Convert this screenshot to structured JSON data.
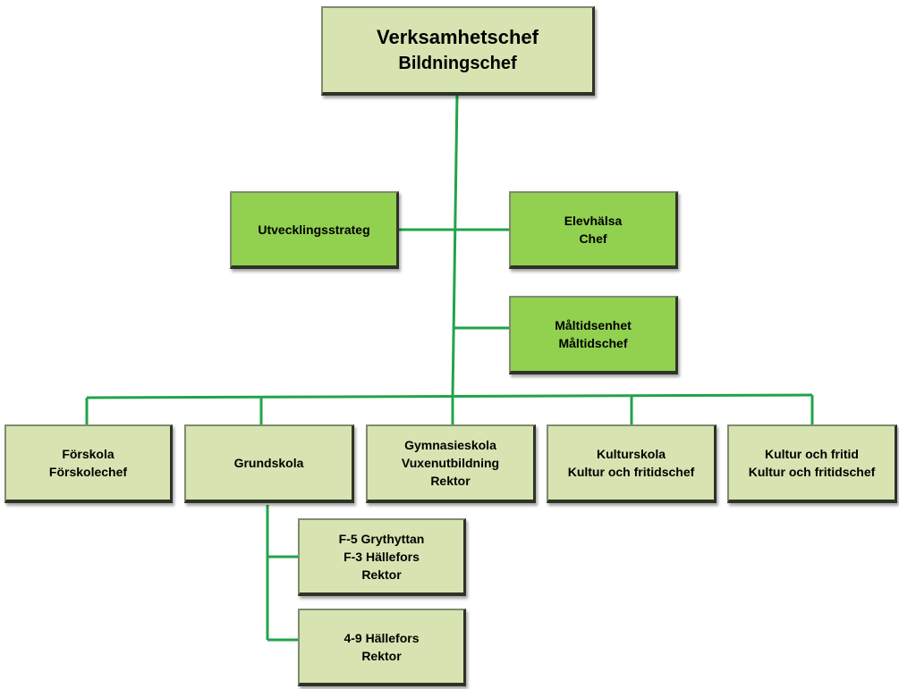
{
  "top": {
    "line1": "Verksamhetschef",
    "line2": "Bildningschef"
  },
  "staff": {
    "utveckling": "Utvecklingsstrateg",
    "elevhalsa_line1": "Elevhälsa",
    "elevhalsa_line2": "Chef",
    "maltid_line1": "Måltidsenhet",
    "maltid_line2": "Måltidschef"
  },
  "units": {
    "forskola_line1": "Förskola",
    "forskola_line2": "Förskolechef",
    "grundskola": "Grundskola",
    "gymnasie_line1": "Gymnasieskola",
    "gymnasie_line2": "Vuxenutbildning",
    "gymnasie_line3": "Rektor",
    "kulturskola_line1": "Kulturskola",
    "kulturskola_line2": "Kultur och fritidschef",
    "kultur_line1": "Kultur och fritid",
    "kultur_line2": "Kultur och fritidschef"
  },
  "sub_units": {
    "f5_line1": "F-5 Grythyttan",
    "f5_line2": "F-3 Hällefors",
    "f5_line3": "Rektor",
    "hallefors_line1": "4-9 Hällefors",
    "hallefors_line2": "Rektor"
  },
  "colors": {
    "connector": "#22a34a",
    "box_light": "#d7e4b1",
    "box_bright": "#92d050"
  }
}
